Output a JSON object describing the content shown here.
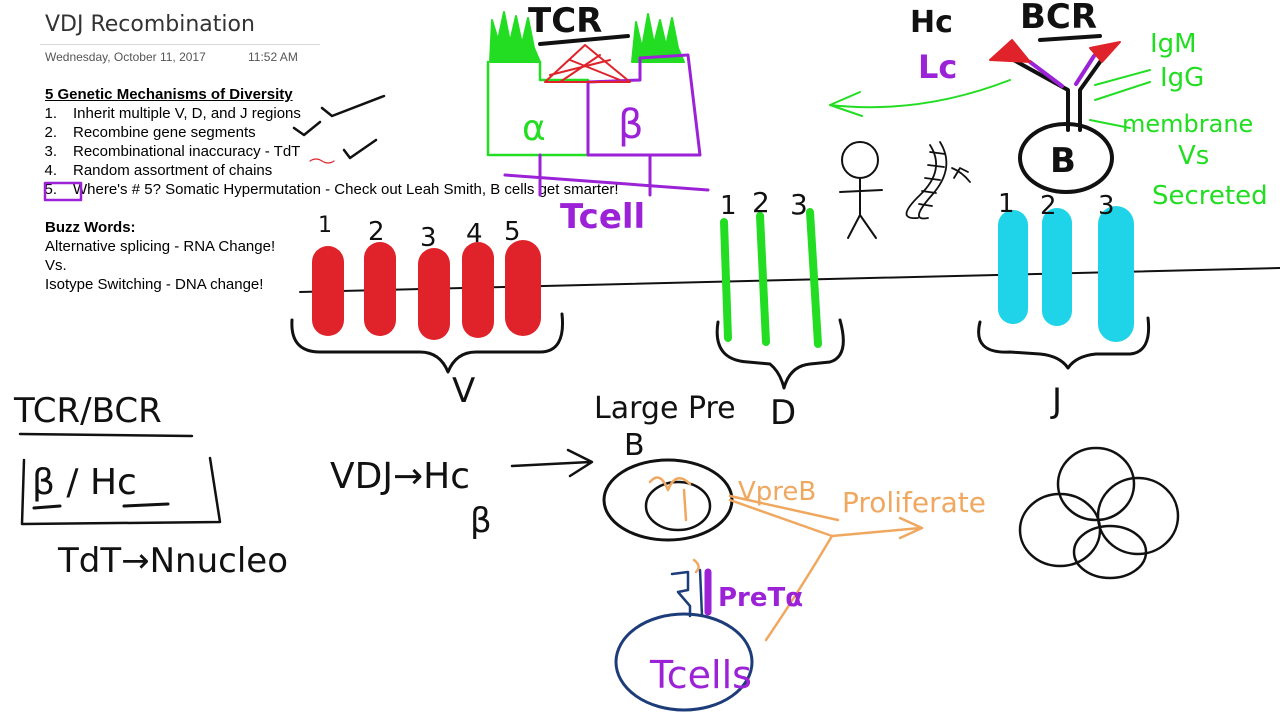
{
  "page": {
    "title": "VDJ Recombination",
    "date": "Wednesday, October 11, 2017",
    "time": "11:52 AM"
  },
  "typed_notes": {
    "heading": "5 Genetic Mechanisms of Diversity",
    "items": [
      {
        "num": "1.",
        "text": "Inherit multiple V, D, and J regions"
      },
      {
        "num": "2.",
        "text": "Recombine gene segments"
      },
      {
        "num": "3.",
        "text": "Recombinational inaccuracy - TdT"
      },
      {
        "num": "4.",
        "text": "Random assortment of chains"
      },
      {
        "num": "5.",
        "text": "Where's # 5? Somatic Hypermutation - Check out Leah Smith, B cells get smarter!"
      }
    ],
    "buzz_heading": "Buzz Words:",
    "buzz_lines": [
      "Alternative splicing - RNA Change!",
      "Vs.",
      "Isotype Switching - DNA change!"
    ]
  },
  "ink": {
    "tcr_label": "TCR",
    "alpha_label": "α",
    "beta_label": "β",
    "tcell_label": "Tcell",
    "hc_label": "Hc",
    "lc_label": "Lc",
    "bcr_label": "BCR",
    "igm_label": "IgM",
    "igg_label": "IgG",
    "membrane_label": "membrane",
    "vs_label": "Vs",
    "secreted_label": "Secreted",
    "b_cell_label": "B",
    "v_numbers": [
      "1",
      "2",
      "3",
      "4",
      "5"
    ],
    "d_numbers": [
      "1",
      "2",
      "3"
    ],
    "j_numbers": [
      "1",
      "2",
      "3"
    ],
    "v_label": "V",
    "d_label": "D",
    "j_label": "J",
    "tcr_bcr_label": "TCR/BCR",
    "beta_hc_label": "β / Hc",
    "vdj_label": "VDJ→Hc",
    "beta_under_label": "β",
    "tdt_label": "TdT→Nnucleo",
    "large_pre_label": "Large Pre",
    "large_pre_b": "B",
    "vpreb_label": "VpreB",
    "proliferate_label": "Proliferate",
    "pretalpha_label": "PreTα",
    "tcells_label": "Tcells",
    "colors": {
      "green": "#22dd22",
      "purple": "#9b22d6",
      "red": "#e0232a",
      "cyan": "#1fd3e8",
      "orange": "#f0a860",
      "navy": "#1d3d7a",
      "ink": "#111111"
    }
  }
}
